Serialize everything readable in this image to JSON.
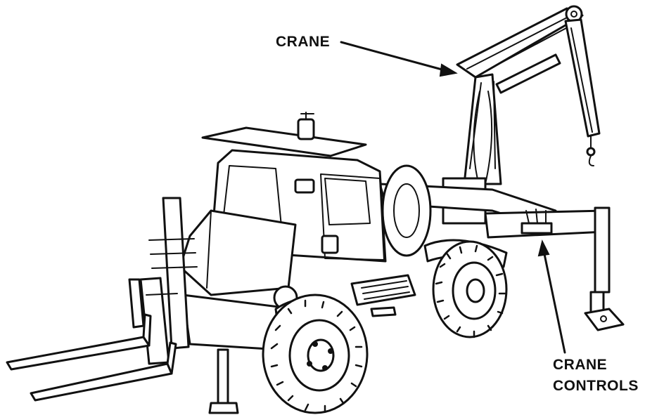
{
  "labels": {
    "crane": "CRANE",
    "crane_controls_line1": "CRANE",
    "crane_controls_line2": "CONTROLS"
  }
}
